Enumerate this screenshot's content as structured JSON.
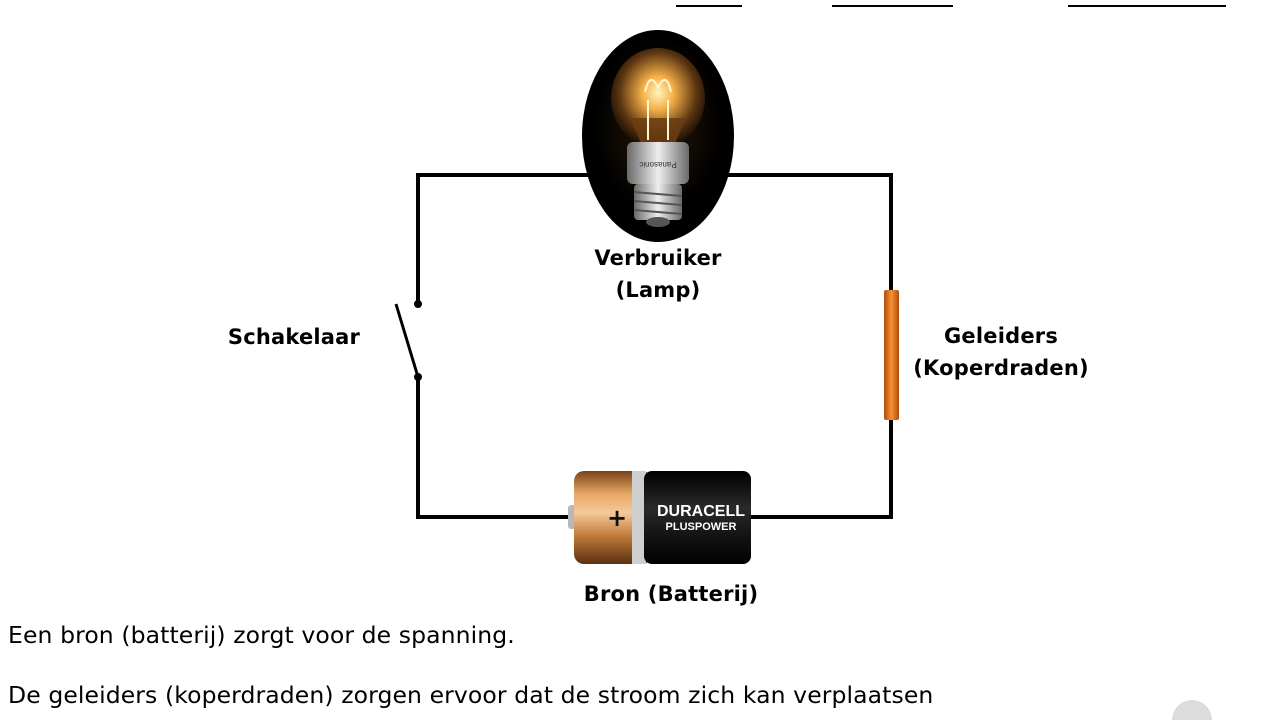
{
  "diagram": {
    "consumer": {
      "line1": "Verbruiker",
      "line2": "(Lamp)"
    },
    "switch": {
      "label": "Schakelaar"
    },
    "conductors": {
      "line1": "Geleiders",
      "line2": "(Koperdraden)"
    },
    "source": {
      "label": "Bron (Batterij)"
    },
    "battery": {
      "plus_sign": "+",
      "brand": "DURACELL",
      "sub_brand": "PLUSPOWER"
    },
    "bulb": {
      "brand": "Panasonic"
    }
  },
  "text": {
    "line1": "Een bron (batterij) zorgt voor de spanning.",
    "line2": "De geleiders (koperdraden) zorgen ervoor dat de stroom zich kan verplaatsen"
  },
  "colors": {
    "wire": "#000000",
    "copper_conductor": "#e07020",
    "battery_copper": "#c07a3a",
    "battery_black": "#111111",
    "bulb_glow": "#f5b04a"
  }
}
